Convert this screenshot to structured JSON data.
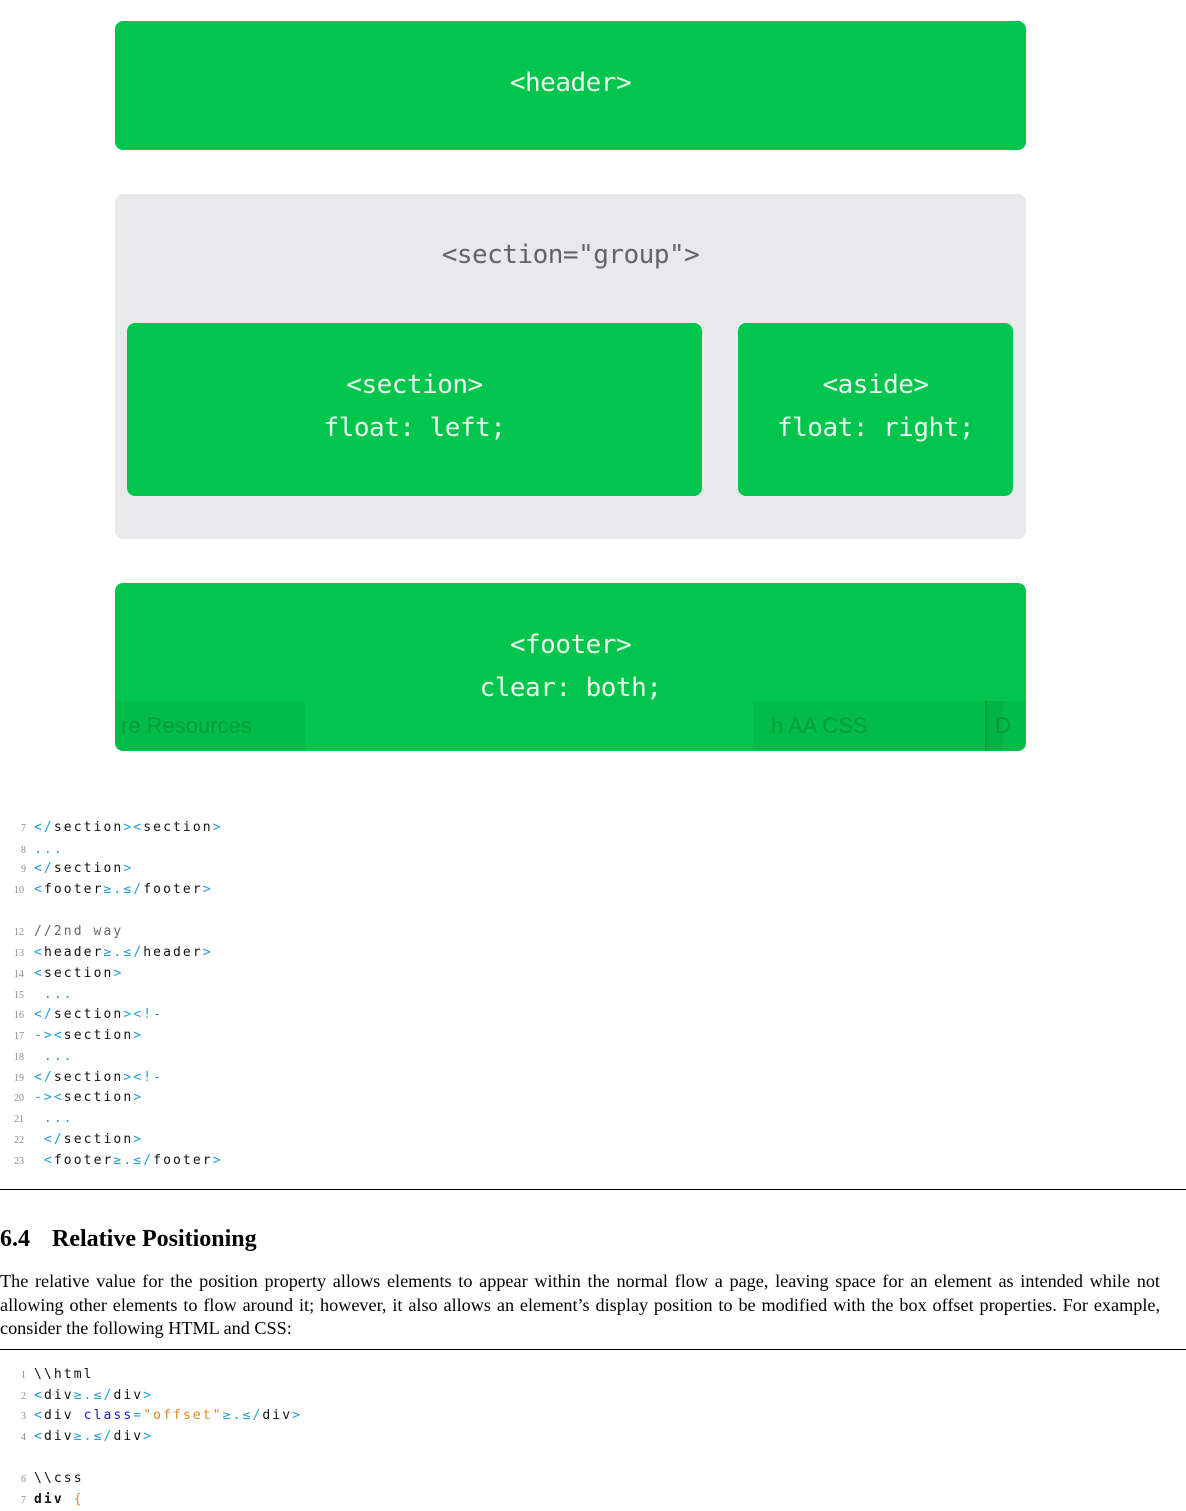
{
  "diagram": {
    "header": "<header>",
    "group_title": "<section=\"group\">",
    "section": {
      "line1": "<section>",
      "line2": "float: left;"
    },
    "aside": {
      "line1": "<aside>",
      "line2": "float: right;"
    },
    "footer": {
      "line1": "<footer>",
      "line2": "clear: both;"
    },
    "ghost_left": "re Resources",
    "ghost_right": "h   AA   CSS",
    "ghost_right2": "D"
  },
  "code1": [
    {
      "n": "7",
      "t": [
        [
          "tag",
          "</"
        ],
        [
          "plain",
          "section"
        ],
        [
          "tag",
          "><"
        ],
        [
          "plain",
          "section"
        ],
        [
          "tag",
          ">"
        ]
      ]
    },
    {
      "n": "8",
      "t": [
        [
          "tag",
          "..."
        ]
      ]
    },
    {
      "n": "9",
      "t": [
        [
          "tag",
          "</"
        ],
        [
          "plain",
          "section"
        ],
        [
          "tag",
          ">"
        ]
      ]
    },
    {
      "n": "10",
      "t": [
        [
          "tag",
          "<"
        ],
        [
          "plain",
          "footer"
        ],
        [
          "tag",
          "≥."
        ],
        [
          "tag",
          "≤/"
        ],
        [
          "plain",
          "footer"
        ],
        [
          "tag",
          ">"
        ]
      ]
    },
    {
      "n": "12",
      "t": [
        [
          "cmt",
          "//2nd way"
        ]
      ]
    },
    {
      "n": "13",
      "t": [
        [
          "tag",
          "<"
        ],
        [
          "plain",
          "header"
        ],
        [
          "tag",
          "≥."
        ],
        [
          "tag",
          "≤/"
        ],
        [
          "plain",
          "header"
        ],
        [
          "tag",
          ">"
        ]
      ]
    },
    {
      "n": "14",
      "t": [
        [
          "tag",
          "<"
        ],
        [
          "plain",
          "section"
        ],
        [
          "tag",
          ">"
        ]
      ]
    },
    {
      "n": "15",
      "t": [
        [
          "tag",
          " ..."
        ]
      ]
    },
    {
      "n": "16",
      "t": [
        [
          "tag",
          "</"
        ],
        [
          "plain",
          "section"
        ],
        [
          "tag",
          "><!-"
        ]
      ]
    },
    {
      "n": "17",
      "t": [
        [
          "tag",
          "-><"
        ],
        [
          "plain",
          "section"
        ],
        [
          "tag",
          ">"
        ]
      ]
    },
    {
      "n": "18",
      "t": [
        [
          "tag",
          " ..."
        ]
      ]
    },
    {
      "n": "19",
      "t": [
        [
          "tag",
          "</"
        ],
        [
          "plain",
          "section"
        ],
        [
          "tag",
          "><!-"
        ]
      ]
    },
    {
      "n": "20",
      "t": [
        [
          "tag",
          "-><"
        ],
        [
          "plain",
          "section"
        ],
        [
          "tag",
          ">"
        ]
      ]
    },
    {
      "n": "21",
      "t": [
        [
          "tag",
          " ..."
        ]
      ]
    },
    {
      "n": "22",
      "t": [
        [
          "tag",
          " </"
        ],
        [
          "plain",
          "section"
        ],
        [
          "tag",
          ">"
        ]
      ]
    },
    {
      "n": "23",
      "t": [
        [
          "tag",
          " <"
        ],
        [
          "plain",
          "footer"
        ],
        [
          "tag",
          "≥."
        ],
        [
          "tag",
          "≤/"
        ],
        [
          "plain",
          "footer"
        ],
        [
          "tag",
          ">"
        ]
      ]
    }
  ],
  "heading": {
    "number": "6.4",
    "title": "Relative Positioning"
  },
  "paragraph": "The relative value for the position property allows elements to appear within the normal flow a page, leaving space for an element as intended while not allowing other elements to flow around it; however, it also allows an element’s display position to be modified with the box offset properties. For example, consider the following HTML and CSS:",
  "code2": [
    {
      "n": "1",
      "t": [
        [
          "plain",
          "\\\\html"
        ]
      ]
    },
    {
      "n": "2",
      "t": [
        [
          "tag",
          "<"
        ],
        [
          "plain",
          "div"
        ],
        [
          "tag",
          "≥."
        ],
        [
          "tag",
          "≤/"
        ],
        [
          "plain",
          "div"
        ],
        [
          "tag",
          ">"
        ]
      ]
    },
    {
      "n": "3",
      "t": [
        [
          "tag",
          "<"
        ],
        [
          "plain",
          "div "
        ],
        [
          "kw",
          "class"
        ],
        [
          "tag",
          "="
        ],
        [
          "str",
          "\"offset\""
        ],
        [
          "tag",
          "≥."
        ],
        [
          "tag",
          "≤/"
        ],
        [
          "plain",
          "div"
        ],
        [
          "tag",
          ">"
        ]
      ]
    },
    {
      "n": "4",
      "t": [
        [
          "tag",
          "<"
        ],
        [
          "plain",
          "div"
        ],
        [
          "tag",
          "≥."
        ],
        [
          "tag",
          "≤/"
        ],
        [
          "plain",
          "div"
        ],
        [
          "tag",
          ">"
        ]
      ]
    },
    {
      "n": "6",
      "t": [
        [
          "plain",
          "\\\\css"
        ]
      ]
    },
    {
      "n": "7",
      "t": [
        [
          "bold",
          "div "
        ],
        [
          "str",
          "{"
        ]
      ]
    }
  ]
}
